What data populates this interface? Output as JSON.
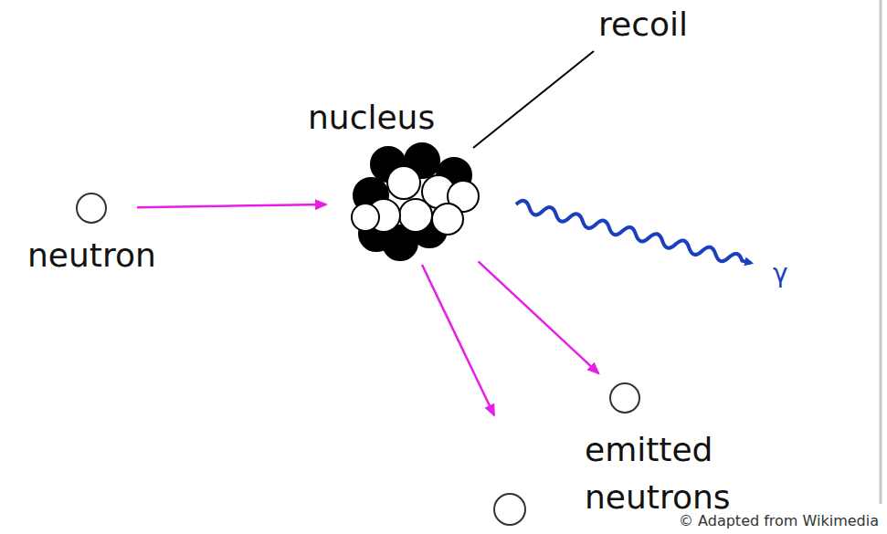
{
  "diagram": {
    "nodes": [
      {
        "text": [
          "neutron"
        ]
      },
      {
        "text": [
          "nucleus"
        ]
      },
      {
        "text": [
          "emitted neutrons"
        ]
      }
    ],
    "edges": [
      {
        "from": 0,
        "to": 1,
        "arrow": "to"
      },
      {
        "from": 1,
        "to": 2,
        "arrow": "to"
      }
    ],
    "labels": [
      "recoil",
      "γ",
      "© Adapted from Wikimedia"
    ]
  }
}
